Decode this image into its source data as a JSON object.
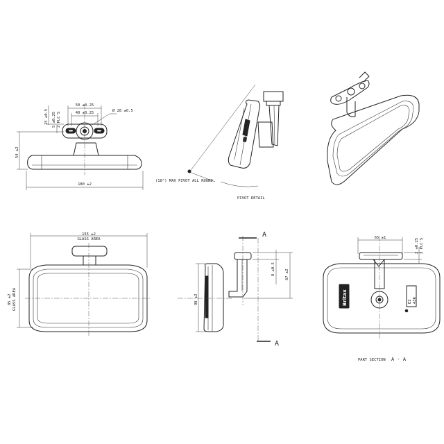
{
  "front_view": {
    "dim_overall_width": "180 ±2",
    "dim_height": "54 ±2",
    "dim_hole_span": "50 ±0.25",
    "dim_slot_span": "40 ±0.25",
    "dim_diameter": "Ø 28 ±0.5",
    "dim_top_offset": "15 ±0.5",
    "dim_slot_width": "5 ±0.25",
    "dim_slot_count": "2 PLC'S"
  },
  "pivot_detail": {
    "angle_note": "(18°) MAX PIVOT ALL ROUND",
    "caption": "PIVOT DETAIL"
  },
  "glass_view": {
    "dim_width": "155 ±2",
    "dim_width_note": "GLASS AREA",
    "dim_height": "85 ±2",
    "dim_height_note": "GLASS AREA"
  },
  "side_view": {
    "dim_height": "98 ±2",
    "dim_stem": "8 ±0.5",
    "dim_drop": "67 ±2",
    "section_label_top": "A",
    "section_label_bottom": "A"
  },
  "section_view": {
    "dim_width": "65 ±1",
    "dim_thickness": "2 ±0.25",
    "dim_count": "2 PLC'S",
    "brand_logo": "Britax",
    "approval_mark_1": "E2",
    "approval_mark_2": "43R",
    "caption": "PART SECTION",
    "section_label": "A - A"
  }
}
